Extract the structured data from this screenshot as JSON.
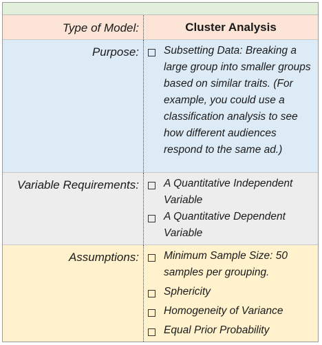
{
  "header": {
    "label": "Type of Model:",
    "value": "Cluster Analysis"
  },
  "purpose": {
    "label": "Purpose:",
    "items": [
      "Subsetting Data: Breaking a large group into smaller groups based on similar traits. (For example, you could use a classification analysis to see how different audiences respond to the same ad.)"
    ]
  },
  "variable_requirements": {
    "label": "Variable Requirements:",
    "items": [
      "A Quantitative Independent Variable",
      "A Quantitative Dependent Variable"
    ]
  },
  "assumptions": {
    "label": "Assumptions:",
    "items": [
      "Minimum Sample Size: 50 samples per grouping.",
      "Sphericity",
      "Homogeneity of Variance",
      "Equal Prior Probability"
    ]
  },
  "colors": {
    "top_band": "#e2efda",
    "header_row": "#fce4d6",
    "purpose_row": "#ddebf7",
    "variable_row": "#ededed",
    "assumptions_row": "#fff2cc"
  },
  "icons": {
    "bullet": "checkbox-square-icon"
  }
}
